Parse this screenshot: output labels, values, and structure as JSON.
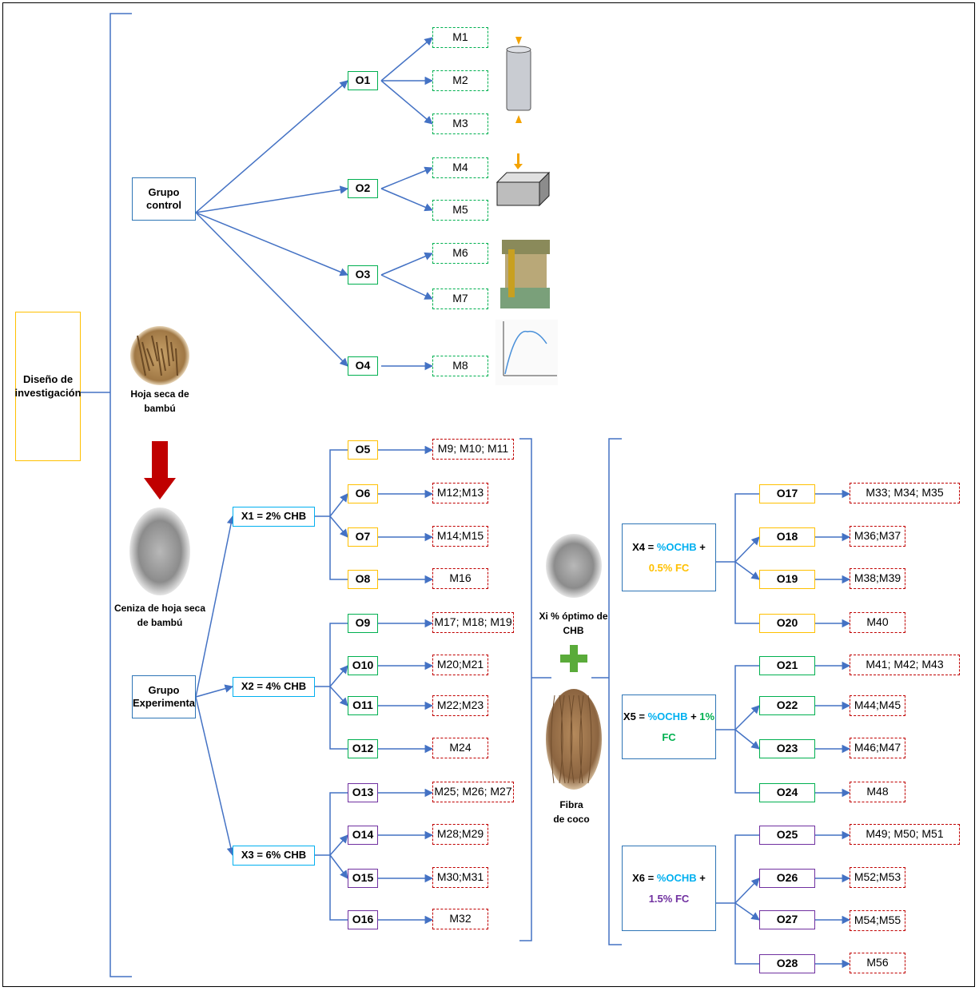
{
  "colors": {
    "line": "#4472c4",
    "green": "#00b050",
    "gold": "#ffc000",
    "purple": "#7030a0",
    "cyan": "#00b0f0",
    "red": "#c00000",
    "blue_box": "#2e75b6"
  },
  "root": {
    "line1": "Diseño de",
    "line2": "investigación"
  },
  "control": {
    "line1": "Grupo",
    "line2": "control"
  },
  "experimental": {
    "line1": "Grupo",
    "line2": "Experimenta"
  },
  "leaf_caption": {
    "line1": "Hoja seca de",
    "line2": "bambú"
  },
  "ash_caption": {
    "line1": "Ceniza de hoja seca",
    "line2": "de bambú"
  },
  "optimum_caption": {
    "line1": "Xi % óptimo de",
    "line2": "CHB"
  },
  "fiber_caption": {
    "line1": "Fibra",
    "line2": "de coco"
  },
  "x1": "X1 = 2% CHB",
  "x2": "X2 = 4% CHB",
  "x3": "X3 = 6% CHB",
  "x4": {
    "prefix": "X4 = ",
    "a": "%OCHB",
    "plus": " +",
    "b": "0.5% FC"
  },
  "x5": {
    "prefix": "X5 = ",
    "a": "%OCHB",
    "plus": " + ",
    "b1": "1%",
    "b2": "FC"
  },
  "x6": {
    "prefix": "X6 = ",
    "a": "%OCHB",
    "plus": " +",
    "b": "1.5% FC"
  },
  "obs": [
    "O1",
    "O2",
    "O3",
    "O4",
    "O5",
    "O6",
    "O7",
    "O8",
    "O9",
    "O10",
    "O11",
    "O12",
    "O13",
    "O14",
    "O15",
    "O16",
    "O17",
    "O18",
    "O19",
    "O20",
    "O21",
    "O22",
    "O23",
    "O24",
    "O25",
    "O26",
    "O27",
    "O28"
  ],
  "meas": [
    "M1",
    "M2",
    "M3",
    "M4",
    "M5",
    "M6",
    "M7",
    "M8",
    "M9; M10; M11",
    "M12;M13",
    "M14;M15",
    "M16",
    "M17; M18; M19",
    "M20;M21",
    "M22;M23",
    "M24",
    "M25; M26; M27",
    "M28;M29",
    "M30;M31",
    "M32",
    "M33; M34; M35",
    "M36;M37",
    "M38;M39",
    "M40",
    "M41; M42; M43",
    "M44;M45",
    "M46;M47",
    "M48",
    "M49; M50; M51",
    "M52;M53",
    "M54;M55",
    "M56"
  ],
  "test_icons": [
    "cylinder-compression-icon",
    "beam-flexure-icon",
    "shear-box-icon",
    "stress-strain-graph-icon"
  ]
}
